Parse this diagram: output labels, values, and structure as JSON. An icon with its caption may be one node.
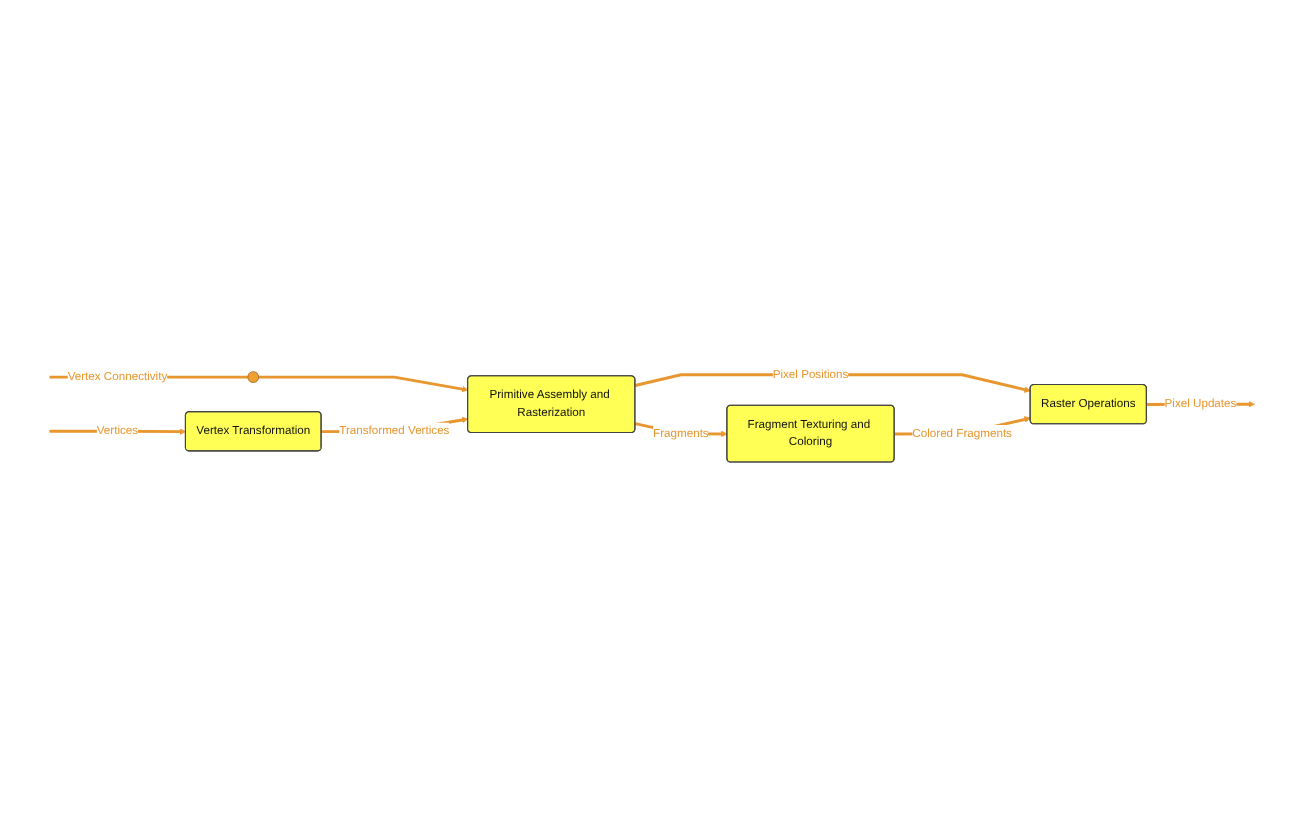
{
  "diagram": {
    "nodes": [
      {
        "text": [
          "Vertex Transformation"
        ]
      },
      {
        "text": [
          "Primitive Assembly and Rasterization"
        ]
      },
      {
        "text": [
          "Raster Operations"
        ]
      },
      {
        "text": [
          "Fragment Texturing and Coloring"
        ]
      },
      {
        "text": [],
        "shape": "circle"
      }
    ],
    "edges": [
      {
        "from": null,
        "to": 4,
        "label": "Vertex Connectivity",
        "arrow": "none"
      },
      {
        "from": 4,
        "to": 1,
        "arrow": "to"
      },
      {
        "from": null,
        "to": 0,
        "label": "Vertices",
        "arrow": "to"
      },
      {
        "from": 0,
        "to": 1,
        "label": "Transformed Vertices",
        "arrow": "to"
      },
      {
        "from": 1,
        "to": 3,
        "label": "Fragments",
        "arrow": "to"
      },
      {
        "from": 1,
        "to": 2,
        "label": "Pixel Positions",
        "arrow": "to"
      },
      {
        "from": 3,
        "to": 2,
        "label": "Colored Fragments",
        "arrow": "to"
      },
      {
        "from": 2,
        "to": null,
        "label": "Pixel Updates",
        "arrow": "to"
      }
    ]
  }
}
